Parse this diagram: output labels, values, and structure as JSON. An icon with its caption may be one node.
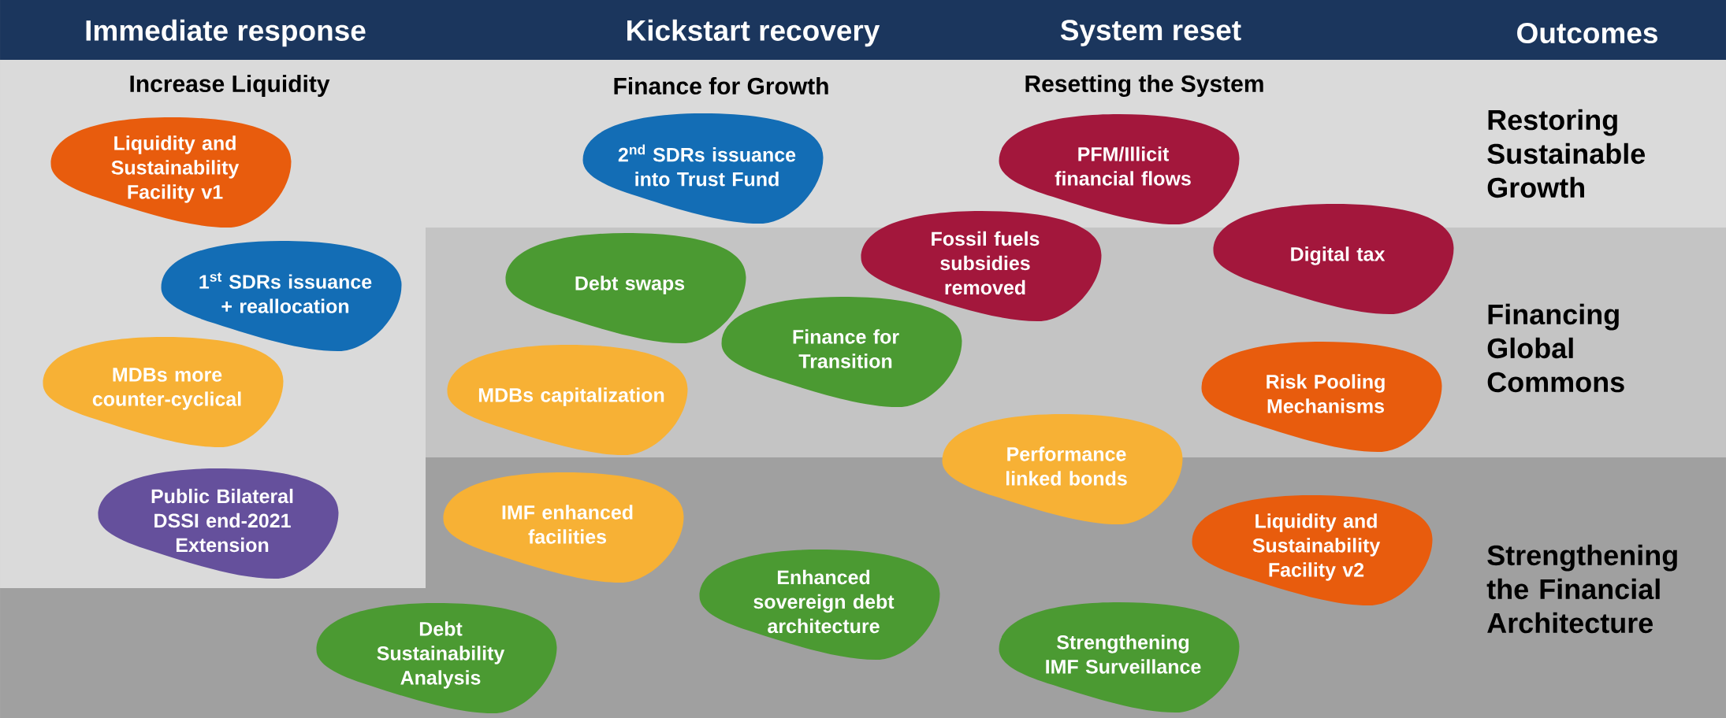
{
  "diagram": {
    "nodes": [
      {
        "text": [
          "Liquidity and Sustainability Facility v1"
        ]
      },
      {
        "text": [
          "1$^{st}$ SDRs issuance + reallocation"
        ]
      },
      {
        "text": [
          "MDBs more counter-cyclical"
        ]
      },
      {
        "text": [
          "Public Bilateral DSSI end-2021 Extension"
        ]
      },
      {
        "text": [
          "Debt Sustainability Analysis"
        ]
      },
      {
        "text": [
          "2$^{nd}$ SDRs issuance into Trust Fund"
        ]
      },
      {
        "text": [
          "Debt swaps"
        ]
      },
      {
        "text": [
          "MDBs capitalization"
        ]
      },
      {
        "text": [
          "Finance for Transition"
        ]
      },
      {
        "text": [
          "IMF enhanced facilities"
        ]
      },
      {
        "text": [
          "Enhanced sovereign debt architecture"
        ]
      },
      {
        "text": [
          "PFM/Illicit financial flows"
        ]
      },
      {
        "text": [
          "Fossil fuels subsidies removed"
        ]
      },
      {
        "text": [
          "Digital tax"
        ]
      },
      {
        "text": [
          "Risk Pooling Mechanisms"
        ]
      },
      {
        "text": [
          "Performance linked bonds"
        ]
      },
      {
        "text": [
          "Liquidity and Sustainability Facility v2"
        ]
      },
      {
        "text": [
          "Strengthening IMF Surveillance"
        ]
      }
    ],
    "labels": [
      "Immediate response",
      "Kickstart recovery",
      "System reset",
      "Outcomes",
      "Increase Liquidity",
      "Finance for Growth",
      "Resetting the System",
      "Restoring Sustainable Growth",
      "Financing Global Commons",
      "Strengthening the Financial Architecture"
    ]
  }
}
